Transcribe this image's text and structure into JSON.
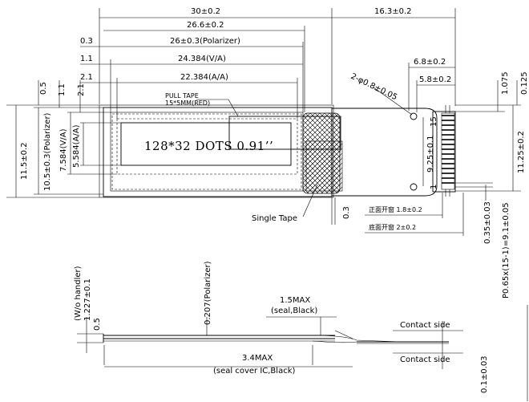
{
  "display": {
    "text": "128*32 DOTS  0.91’’"
  },
  "dims": {
    "d30": "30±0.2",
    "d16_3": "16.3±0.2",
    "d26_6": "26.6±0.2",
    "d0_3top": "0.3",
    "d26pol": "26±0.3(Polarizer)",
    "d1_1": "1.1",
    "d24va": "24.384(V/A)",
    "d2_1": "2.1",
    "d22aa": "22.384(A/A)",
    "d0_5": "0.5",
    "d1_1v": "1.1",
    "d2_1v": "2.1",
    "d11_5": "11.5±0.2",
    "d10_5": "10.5±0.3(Polarizer)",
    "d7_584": "7.584(V/A)",
    "d5_584": "5.584(A/A)",
    "d0_3v": "0.3",
    "d6_8": "6.8±0.2",
    "d5_8": "5.8±0.2",
    "d1_075": "1.075",
    "d0_125": "0.125",
    "d11_25": "11.25±0.2",
    "d9_25": "9.25±0.1",
    "d0_35": "0.35±0.03",
    "pitch": "P0.65x(15-1)=9.1±0.05",
    "hole": "2-φ0.8±0.05",
    "pin15": "15",
    "pin1": "1",
    "front_window": "正面开窗 1.8±0.2",
    "back_window": "底面开窗  2±0.2",
    "d1_227": "1.227±0.1",
    "wo_handler": "(W/o handler)",
    "d0_5side": "0.5",
    "d0_207": "0.207(Polarizer)",
    "d1_5max": "1.5MAX",
    "seal_black": "(seal,Black)",
    "d3_4max": "3.4MAX",
    "seal_cover": "(seal cover IC,Black)",
    "d0_1": "0.1±0.03"
  },
  "labels": {
    "pull_tape_1": "PULL TAPE",
    "pull_tape_2": "15*5MM(RED)",
    "single_tape": "Single Tape",
    "contact_side_1": "Contact side",
    "contact_side_2": "Contact side"
  }
}
